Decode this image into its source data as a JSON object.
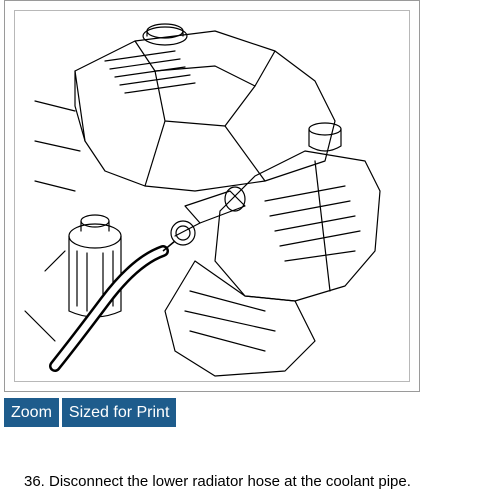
{
  "illustration": {
    "alt": "Engine compartment illustration showing lower radiator hose at coolant pipe"
  },
  "buttons": {
    "zoom_label": "Zoom",
    "print_label": "Sized for Print"
  },
  "step": {
    "text": "36. Disconnect the lower radiator hose at the coolant pipe."
  },
  "colors": {
    "button_bg": "#1e5c8c",
    "button_text": "#ffffff",
    "frame_border": "#9a9a9a"
  }
}
